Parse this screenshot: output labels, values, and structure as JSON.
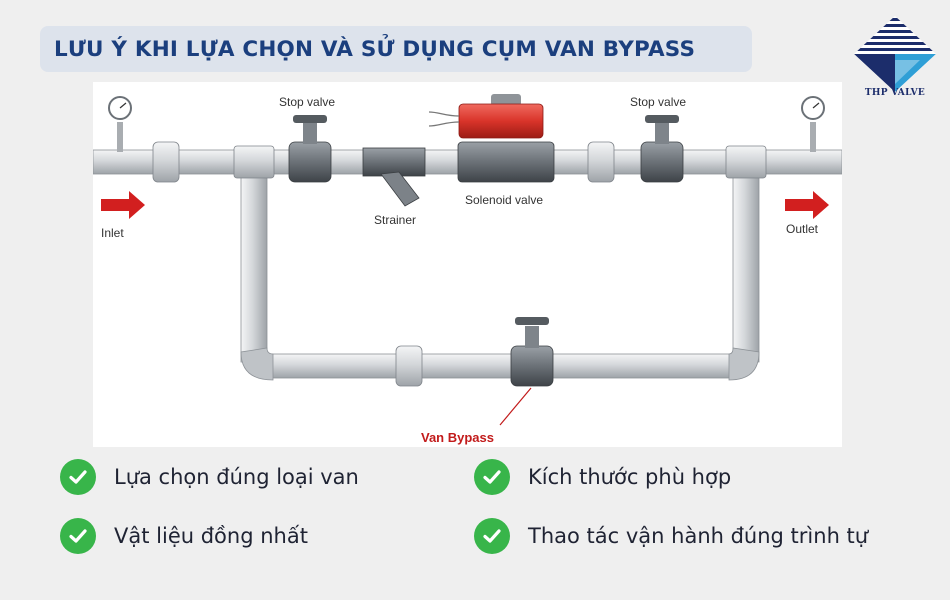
{
  "title": "LƯU Ý KHI LỰA CHỌN VÀ SỬ DỤNG CỤM VAN BYPASS",
  "logo": {
    "icon": "thp-valve-logo",
    "text": "THP VALVE",
    "color": "#1c2d6b"
  },
  "diagram": {
    "labels": {
      "stop_valve_left": "Stop valve",
      "stop_valve_right": "Stop valve",
      "strainer": "Strainer",
      "solenoid_valve": "Solenoid valve",
      "inlet": "Inlet",
      "outlet": "Outlet",
      "van_bypass": "Van Bypass"
    },
    "colors": {
      "arrow": "#d21f1f",
      "solenoid": "#e0312a",
      "pipe": "#c9ccd0",
      "callout": "#c21b1b"
    }
  },
  "bullets": [
    {
      "text": "Lựa chọn đúng loại van",
      "icon": "check-circle-icon"
    },
    {
      "text": "Kích thước phù hợp",
      "icon": "check-circle-icon"
    },
    {
      "text": "Vật liệu đồng nhất",
      "icon": "check-circle-icon"
    },
    {
      "text": "Thao tác vận hành đúng trình tự",
      "icon": "check-circle-icon"
    }
  ],
  "colors": {
    "title": "#1b3f7e",
    "title_bg": "#dde3ec",
    "check": "#38b54a",
    "background": "#efefef"
  }
}
